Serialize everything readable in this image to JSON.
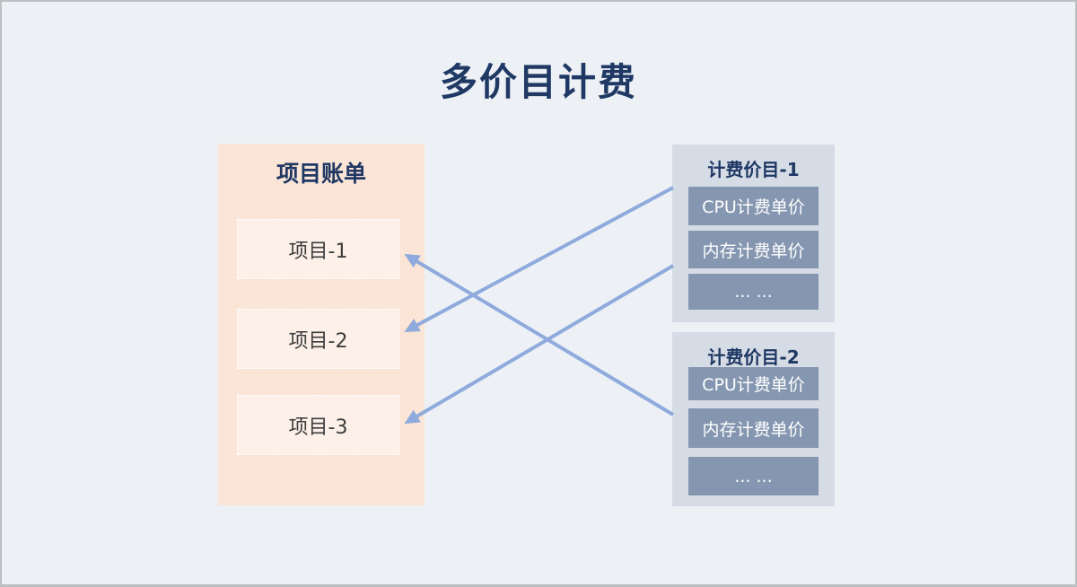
{
  "title": "多价目计费",
  "bill_panel": {
    "title": "项目账单",
    "items": [
      {
        "label": "项目-1"
      },
      {
        "label": "项目-2"
      },
      {
        "label": "项目-3"
      }
    ]
  },
  "price_lists": [
    {
      "title": "计费价目-1",
      "rows": [
        "CPU计费单价",
        "内存计费单价",
        "... ..."
      ]
    },
    {
      "title": "计费价目-2",
      "rows": [
        "CPU计费单价",
        "内存计费单价",
        "... ..."
      ]
    }
  ],
  "connections": [
    {
      "from": "计费价目-1",
      "to": "项目-2"
    },
    {
      "from": "计费价目-1",
      "to": "项目-3"
    },
    {
      "from": "计费价目-2",
      "to": "项目-1"
    }
  ],
  "colors": {
    "background": "#EDF1F6",
    "page_border": "#BCBFC2",
    "title_text": "#1F3864",
    "bill_panel_bg": "#FBE5D6",
    "bill_item_bg": "#FCF0E8",
    "bill_item_text": "#3D3D3D",
    "price_panel_bg": "#D6DCE5",
    "price_row_bg": "#8496B0",
    "price_row_text": "#FFFFFF",
    "arrow": "#8FAADC"
  }
}
